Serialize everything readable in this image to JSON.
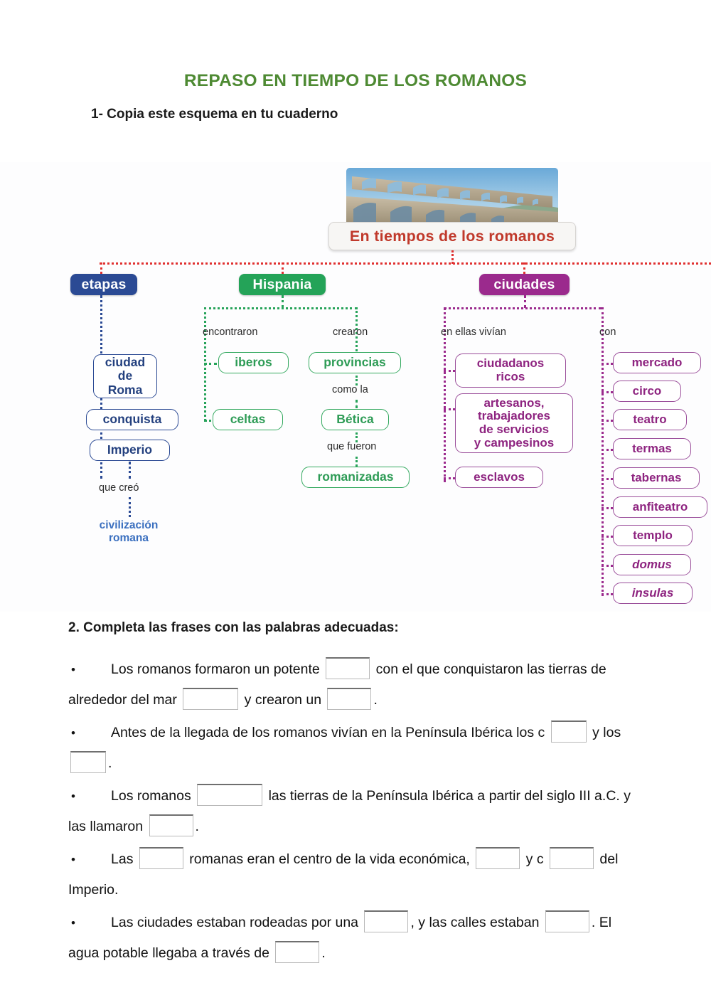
{
  "document": {
    "title": "REPASO EN TIEMPO DE LOS ROMANOS",
    "instruction_1": "1- Copia este esquema en tu cuaderno",
    "instruction_2": "2. Completa las frases con las palabras adecuadas:"
  },
  "colors": {
    "title_green": "#4e8a33",
    "trunk_red": "#e03030",
    "etapas_blue": "#2b4a94",
    "hispania_green": "#24a358",
    "ciudades_purple": "#9b2a8d",
    "aqueduct_label_red": "#c0392b"
  },
  "diagram": {
    "header_label": "En tiempos de los romanos",
    "photo_alt": "roman-aqueduct-photo",
    "branches": [
      {
        "id": "etapas",
        "label": "etapas",
        "color": "#2b4a94",
        "nodes": [
          {
            "text": "ciudad\nde\nRoma"
          },
          {
            "text": "conquista"
          },
          {
            "text": "Imperio"
          }
        ],
        "connector_word": "que creó",
        "leaf": "civilización\nromana"
      },
      {
        "id": "hispania",
        "label": "Hispania",
        "color": "#24a358",
        "sub_columns": [
          {
            "connector_word": "encontraron",
            "nodes": [
              {
                "text": "iberos"
              },
              {
                "text": "celtas"
              }
            ]
          },
          {
            "connector_word": "crearon",
            "nodes": [
              {
                "text": "provincias"
              }
            ],
            "chain": [
              {
                "connector_word": "como la",
                "node": "Bética"
              },
              {
                "connector_word": "que fueron",
                "node": "romanizadas"
              }
            ]
          }
        ]
      },
      {
        "id": "ciudades",
        "label": "ciudades",
        "color": "#9b2a8d",
        "sub_columns": [
          {
            "connector_word": "en ellas vivían",
            "nodes": [
              {
                "text": "ciudadanos\nricos"
              },
              {
                "text": "artesanos,\ntrabajadores\nde servicios\ny campesinos"
              },
              {
                "text": "esclavos"
              }
            ]
          },
          {
            "connector_word": "con",
            "nodes": [
              {
                "text": "mercado",
                "italic": false
              },
              {
                "text": "circo",
                "italic": false
              },
              {
                "text": "teatro",
                "italic": false
              },
              {
                "text": "termas",
                "italic": false
              },
              {
                "text": "tabernas",
                "italic": false
              },
              {
                "text": "anfiteatro",
                "italic": false
              },
              {
                "text": "templo",
                "italic": false
              },
              {
                "text": "domus",
                "italic": true
              },
              {
                "text": "insulas",
                "italic": true
              }
            ]
          }
        ]
      }
    ]
  },
  "question2": {
    "bullet": "•",
    "items": [
      {
        "parts": [
          {
            "t": "text",
            "v": "Los romanos formaron un potente "
          },
          {
            "t": "blank",
            "size": "md"
          },
          {
            "t": "text",
            "v": " con el que conquistaron las tierras de alrededor del mar "
          },
          {
            "t": "blank",
            "size": "lg"
          },
          {
            "t": "text",
            "v": " y crearon un "
          },
          {
            "t": "blank",
            "size": "md"
          },
          {
            "t": "text",
            "v": "."
          }
        ]
      },
      {
        "parts": [
          {
            "t": "text",
            "v": "Antes de la llegada de los romanos vivían en la Península Ibérica los c "
          },
          {
            "t": "blank",
            "size": "sm"
          },
          {
            "t": "text",
            "v": " y los "
          },
          {
            "t": "blank",
            "size": "sm"
          },
          {
            "t": "text",
            "v": "."
          }
        ]
      },
      {
        "parts": [
          {
            "t": "text",
            "v": "Los romanos "
          },
          {
            "t": "blank",
            "size": "xl"
          },
          {
            "t": "text",
            "v": " las tierras de la Península Ibérica a partir del siglo III a.C. y las llamaron "
          },
          {
            "t": "blank",
            "size": "md"
          },
          {
            "t": "text",
            "v": "."
          }
        ]
      },
      {
        "parts": [
          {
            "t": "text",
            "v": "Las "
          },
          {
            "t": "blank",
            "size": "md"
          },
          {
            "t": "text",
            "v": " romanas eran el centro de la vida económica, "
          },
          {
            "t": "blank",
            "size": "md"
          },
          {
            "t": "text",
            "v": " y c "
          },
          {
            "t": "blank",
            "size": "md"
          },
          {
            "t": "text",
            "v": " del Imperio."
          }
        ]
      },
      {
        "parts": [
          {
            "t": "text",
            "v": "Las ciudades estaban rodeadas por una "
          },
          {
            "t": "blank",
            "size": "md"
          },
          {
            "t": "text",
            "v": ", y las calles estaban "
          },
          {
            "t": "blank",
            "size": "md"
          },
          {
            "t": "text",
            "v": ". El agua potable llegaba a través de "
          },
          {
            "t": "blank",
            "size": "md"
          },
          {
            "t": "text",
            "v": "."
          }
        ]
      }
    ]
  }
}
